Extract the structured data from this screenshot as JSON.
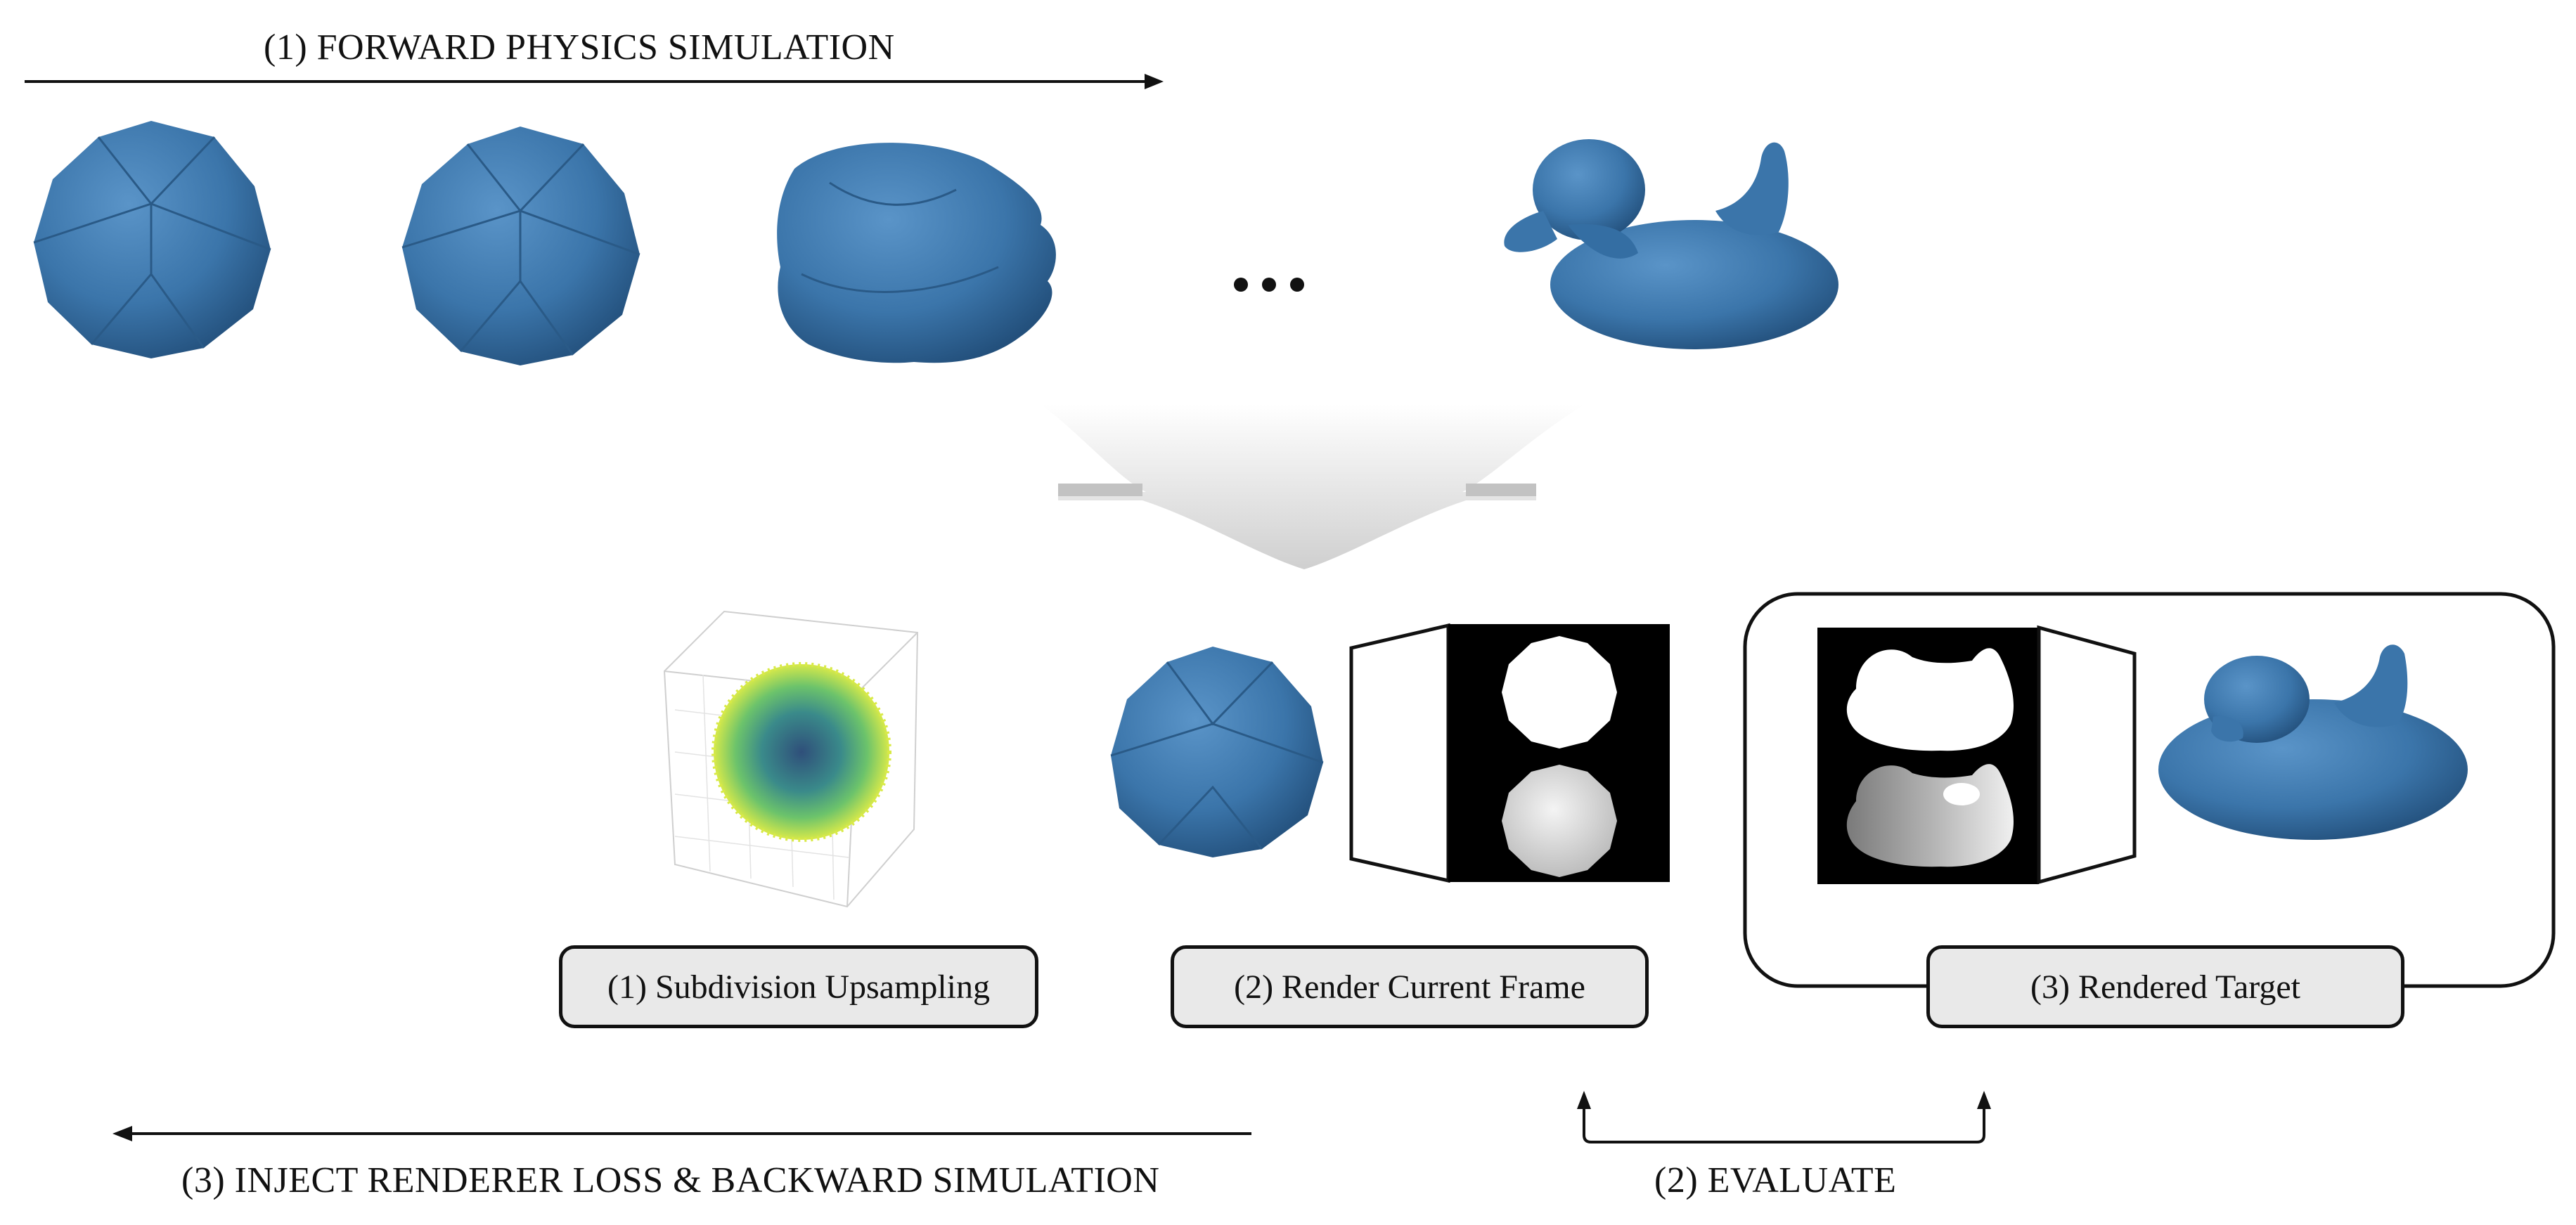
{
  "headers": {
    "forward": "(1) FORWARD PHYSICS SIMULATION",
    "inject": "(3) INJECT RENDERER LOSS & BACKWARD SIMULATION",
    "evaluate": "(2) EVALUATE"
  },
  "steps": {
    "subdivision": "(1) Subdivision Upsampling",
    "render_current": "(2) Render Current Frame",
    "rendered_target": "(3) Rendered Target"
  },
  "colors": {
    "mesh_blue": "#3d78ad",
    "mesh_dark": "#2a5a87",
    "pill_fill": "#e9e9e9",
    "stroke": "#111111"
  },
  "icons": [
    "ellipsis-icon",
    "funnel-arrow-icon",
    "point-cloud-plot",
    "silhouette-render",
    "depth-render"
  ]
}
